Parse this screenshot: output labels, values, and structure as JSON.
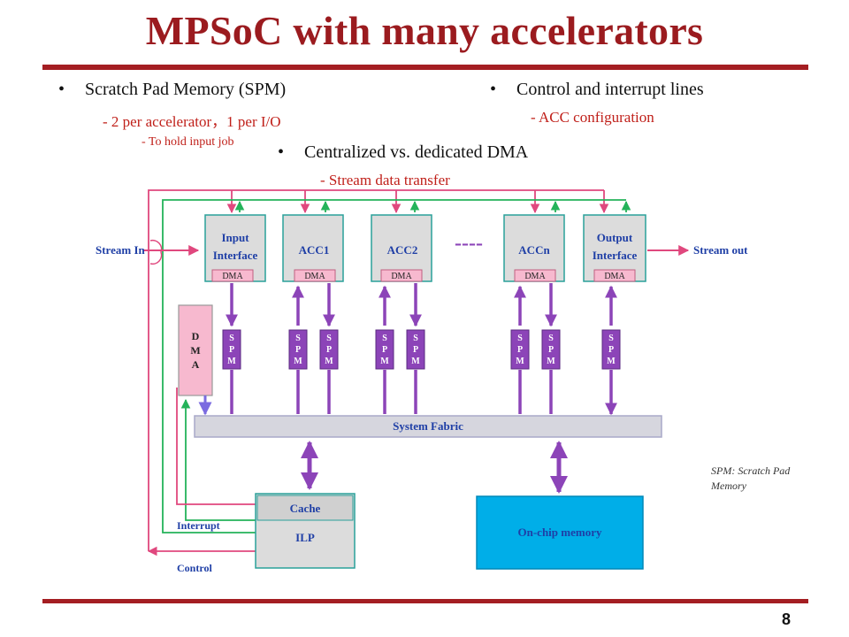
{
  "title": "MPSoC with many accelerators",
  "bullets": {
    "spm": "Scratch Pad Memory (SPM)",
    "spm_sub": "-   2 per accelerator，1 per I/O",
    "spm_subsub": "-   To hold input job",
    "control": "Control and interrupt lines",
    "control_sub": "- ACC configuration",
    "dma": "Centralized vs. dedicated DMA",
    "dma_sub": "- Stream data transfer"
  },
  "diagram": {
    "input_interface": [
      "Input",
      "Interface"
    ],
    "acc1": "ACC1",
    "acc2": "ACC2",
    "accn": "ACCn",
    "output_interface": [
      "Output",
      "Interface"
    ],
    "dma_tag": "DMA",
    "dots": "----",
    "stream_in": "Stream In",
    "stream_out": "Stream out",
    "central_dma": [
      "D",
      "M",
      "A"
    ],
    "spm": [
      "S",
      "P",
      "M"
    ],
    "system_fabric": "System Fabric",
    "cache": "Cache",
    "ilp": "ILP",
    "onchip_memory": "On-chip memory",
    "interrupt": "Interrupt",
    "control": "Control",
    "legend": [
      "SPM: Scratch Pad",
      "Memory"
    ]
  },
  "colors": {
    "title": "#9b1b1f",
    "accent_red": "#c0201a",
    "box_fill": "#dcdcdc",
    "box_border": "#2aa19a",
    "dma_pink": "#f7b9cf",
    "spm_purple": "#8c44b8",
    "fabric": "#d6d6de",
    "onchip": "#00aee8",
    "control_line": "#e0487e",
    "interrupt_line": "#24b35a",
    "box_text": "#1f3fa6"
  },
  "page_number": "8"
}
